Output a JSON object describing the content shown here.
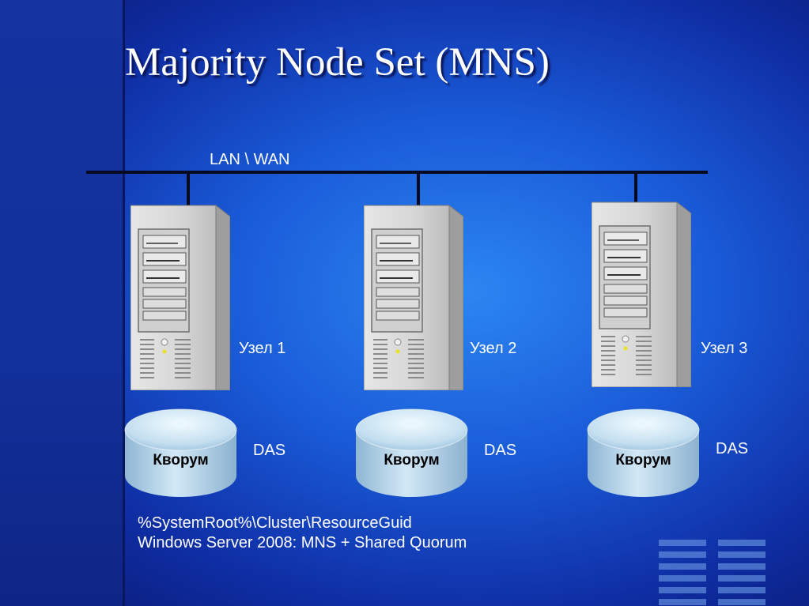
{
  "slide": {
    "title": "Majority Node Set (MNS)",
    "network_label": "LAN \\ WAN",
    "nodes": [
      {
        "label": "Узел 1",
        "storage_label": "DAS",
        "disk_label": "Кворум"
      },
      {
        "label": "Узел 2",
        "storage_label": "DAS",
        "disk_label": "Кворум"
      },
      {
        "label": "Узел 3",
        "storage_label": "DAS",
        "disk_label": "Кворум"
      }
    ],
    "notes": [
      "%SystemRoot%\\Cluster\\ResourceGuid",
      "Windows Server 2008: MNS + Shared Quorum"
    ]
  },
  "colors": {
    "background": "#1a5bd8",
    "network_line": "#050a20",
    "text": "#ffffff",
    "disk": "#b9d8ec"
  },
  "icons": [
    "server-tower-icon",
    "disk-cylinder-icon"
  ]
}
